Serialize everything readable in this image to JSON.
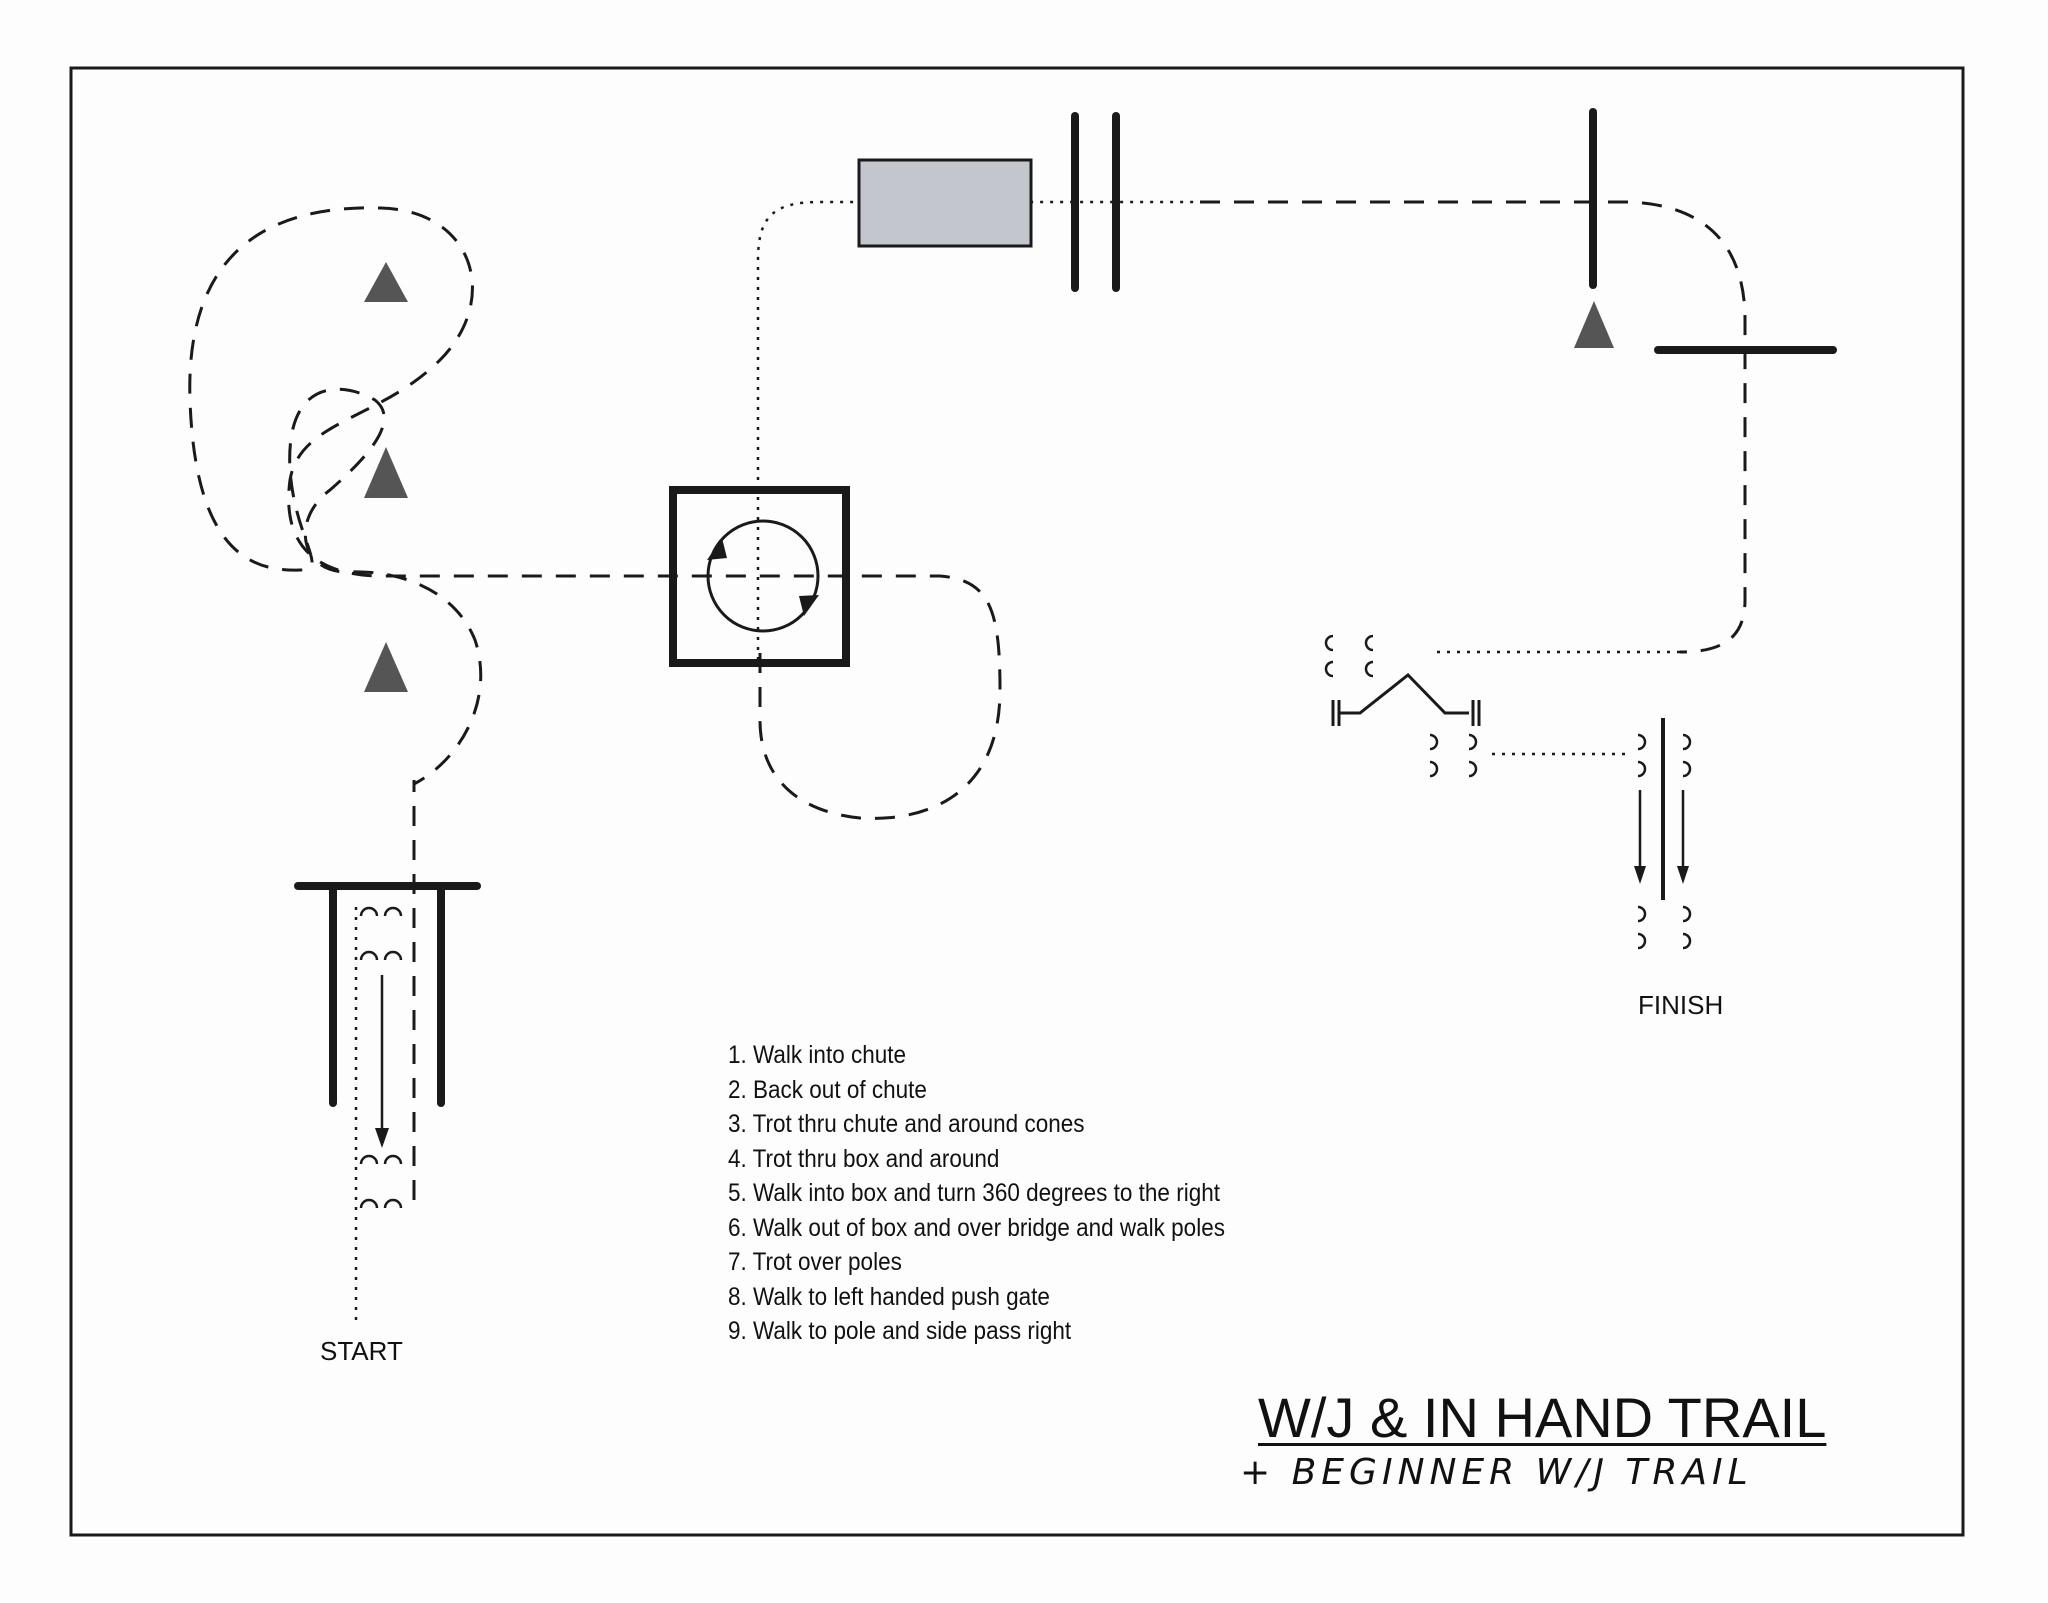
{
  "labels": {
    "start": "START",
    "finish": "FINISH"
  },
  "steps": [
    "1. Walk into chute",
    "2. Back out of chute",
    "3. Trot thru chute and around cones",
    "4. Trot thru box and around",
    "5. Walk into box and turn 360 degrees to the right",
    "6. Walk out of box and over bridge and walk poles",
    "7. Trot over poles",
    "8. Walk to left handed push gate",
    "9. Walk to pole and side pass right"
  ],
  "title": "W/J & IN HAND TRAIL",
  "subtitle": "+ BEGINNER W/J TRAIL",
  "colors": {
    "ink": "#1a1a1a",
    "cone": "#555555",
    "bridge_fill": "#c3c6cc",
    "paper": "#fdfdfd"
  }
}
